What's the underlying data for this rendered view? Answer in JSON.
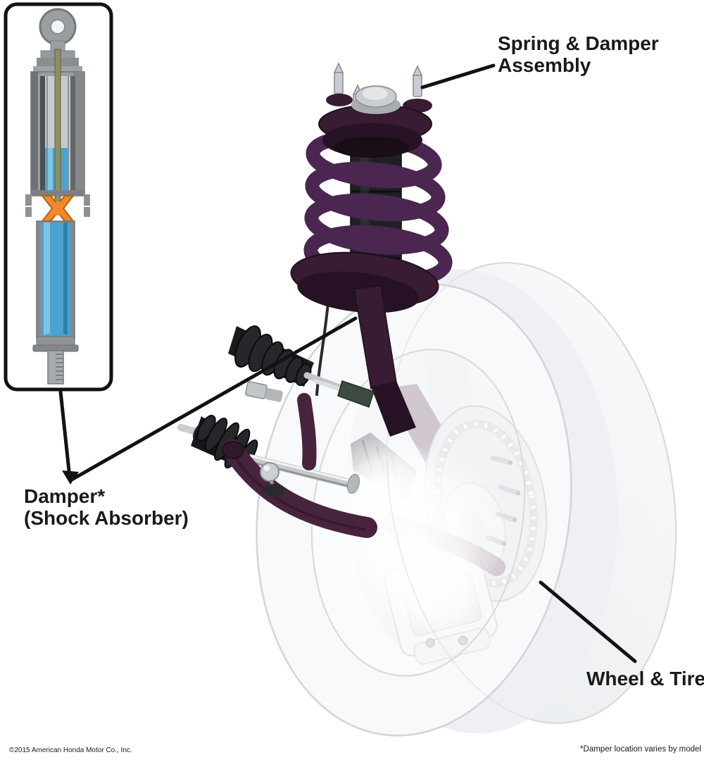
{
  "labels": {
    "spring_damper_assembly": {
      "line1": "Spring & Damper",
      "line2": "Assembly"
    },
    "damper": {
      "line1": "Damper*",
      "line2": "(Shock Absorber)"
    },
    "wheel_tire": "Wheel & Tire"
  },
  "footer": {
    "copyright": "©2015 American Honda Motor Co., Inc.",
    "note": "*Damper location varies by model"
  },
  "illustration": {
    "parts": [
      "damper-cutaway-inset",
      "spring-damper-strut-assembly",
      "ghost-wheel-and-tire",
      "brake-rotor-and-hub",
      "brake-caliper",
      "steering-tie-rod",
      "drive-axle-cv-boots",
      "lower-control-arm"
    ]
  },
  "colors": {
    "text": "#1a1a1a",
    "leader": "#121212",
    "spring_coil": "#4a2650",
    "mount_purple": "#381c33",
    "mount_purple_dark": "#261224",
    "arm_maroon": "#48233e",
    "boot_black": "#202024",
    "fluid_blue": "#4aa4cf",
    "fluid_blue_light": "#82c4e0",
    "fluid_blue_dark": "#2d80aa",
    "piston_orange": "#f1892a",
    "metal_light": "#c9ccd0",
    "metal_mid": "#9b9ea1",
    "metal_dark": "#6f7275",
    "rod_olive": "#8f8f62",
    "tire_fill": "#eef0f3",
    "tire_fill_light": "#f3f5f7",
    "tire_outline": "#d6d9dc",
    "rotor_fill": "#e7eaed",
    "knuckle_ghost": "#7a5b74"
  }
}
